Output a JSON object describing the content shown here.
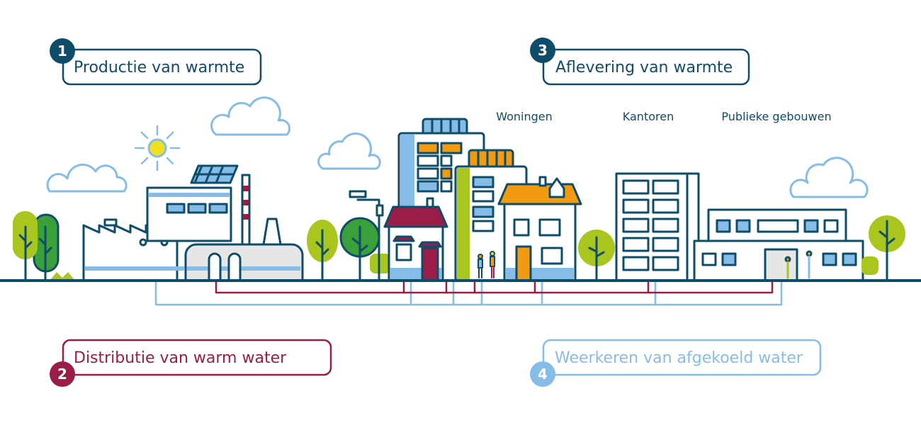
{
  "steps": [
    {
      "number": "1",
      "label": "Productie van warmte",
      "color": "#0f4c6a"
    },
    {
      "number": "2",
      "label": "Distributie van warm water",
      "color": "#9b1c47"
    },
    {
      "number": "3",
      "label": "Aflevering van warmte",
      "color": "#0f4c6a"
    },
    {
      "number": "4",
      "label": "Weerkeren van afgekoeld water",
      "color": "#86bde8"
    }
  ],
  "categories": {
    "homes": "Woningen",
    "offices": "Kantoren",
    "public": "Publieke gebouwen"
  },
  "colors": {
    "navy": "#0f4c6a",
    "red": "#9b1c47",
    "lightblue": "#86bde8",
    "orange": "#f29b11",
    "green": "#a9c61e",
    "darkgreen": "#3aa13a",
    "sun": "#f0e020"
  }
}
